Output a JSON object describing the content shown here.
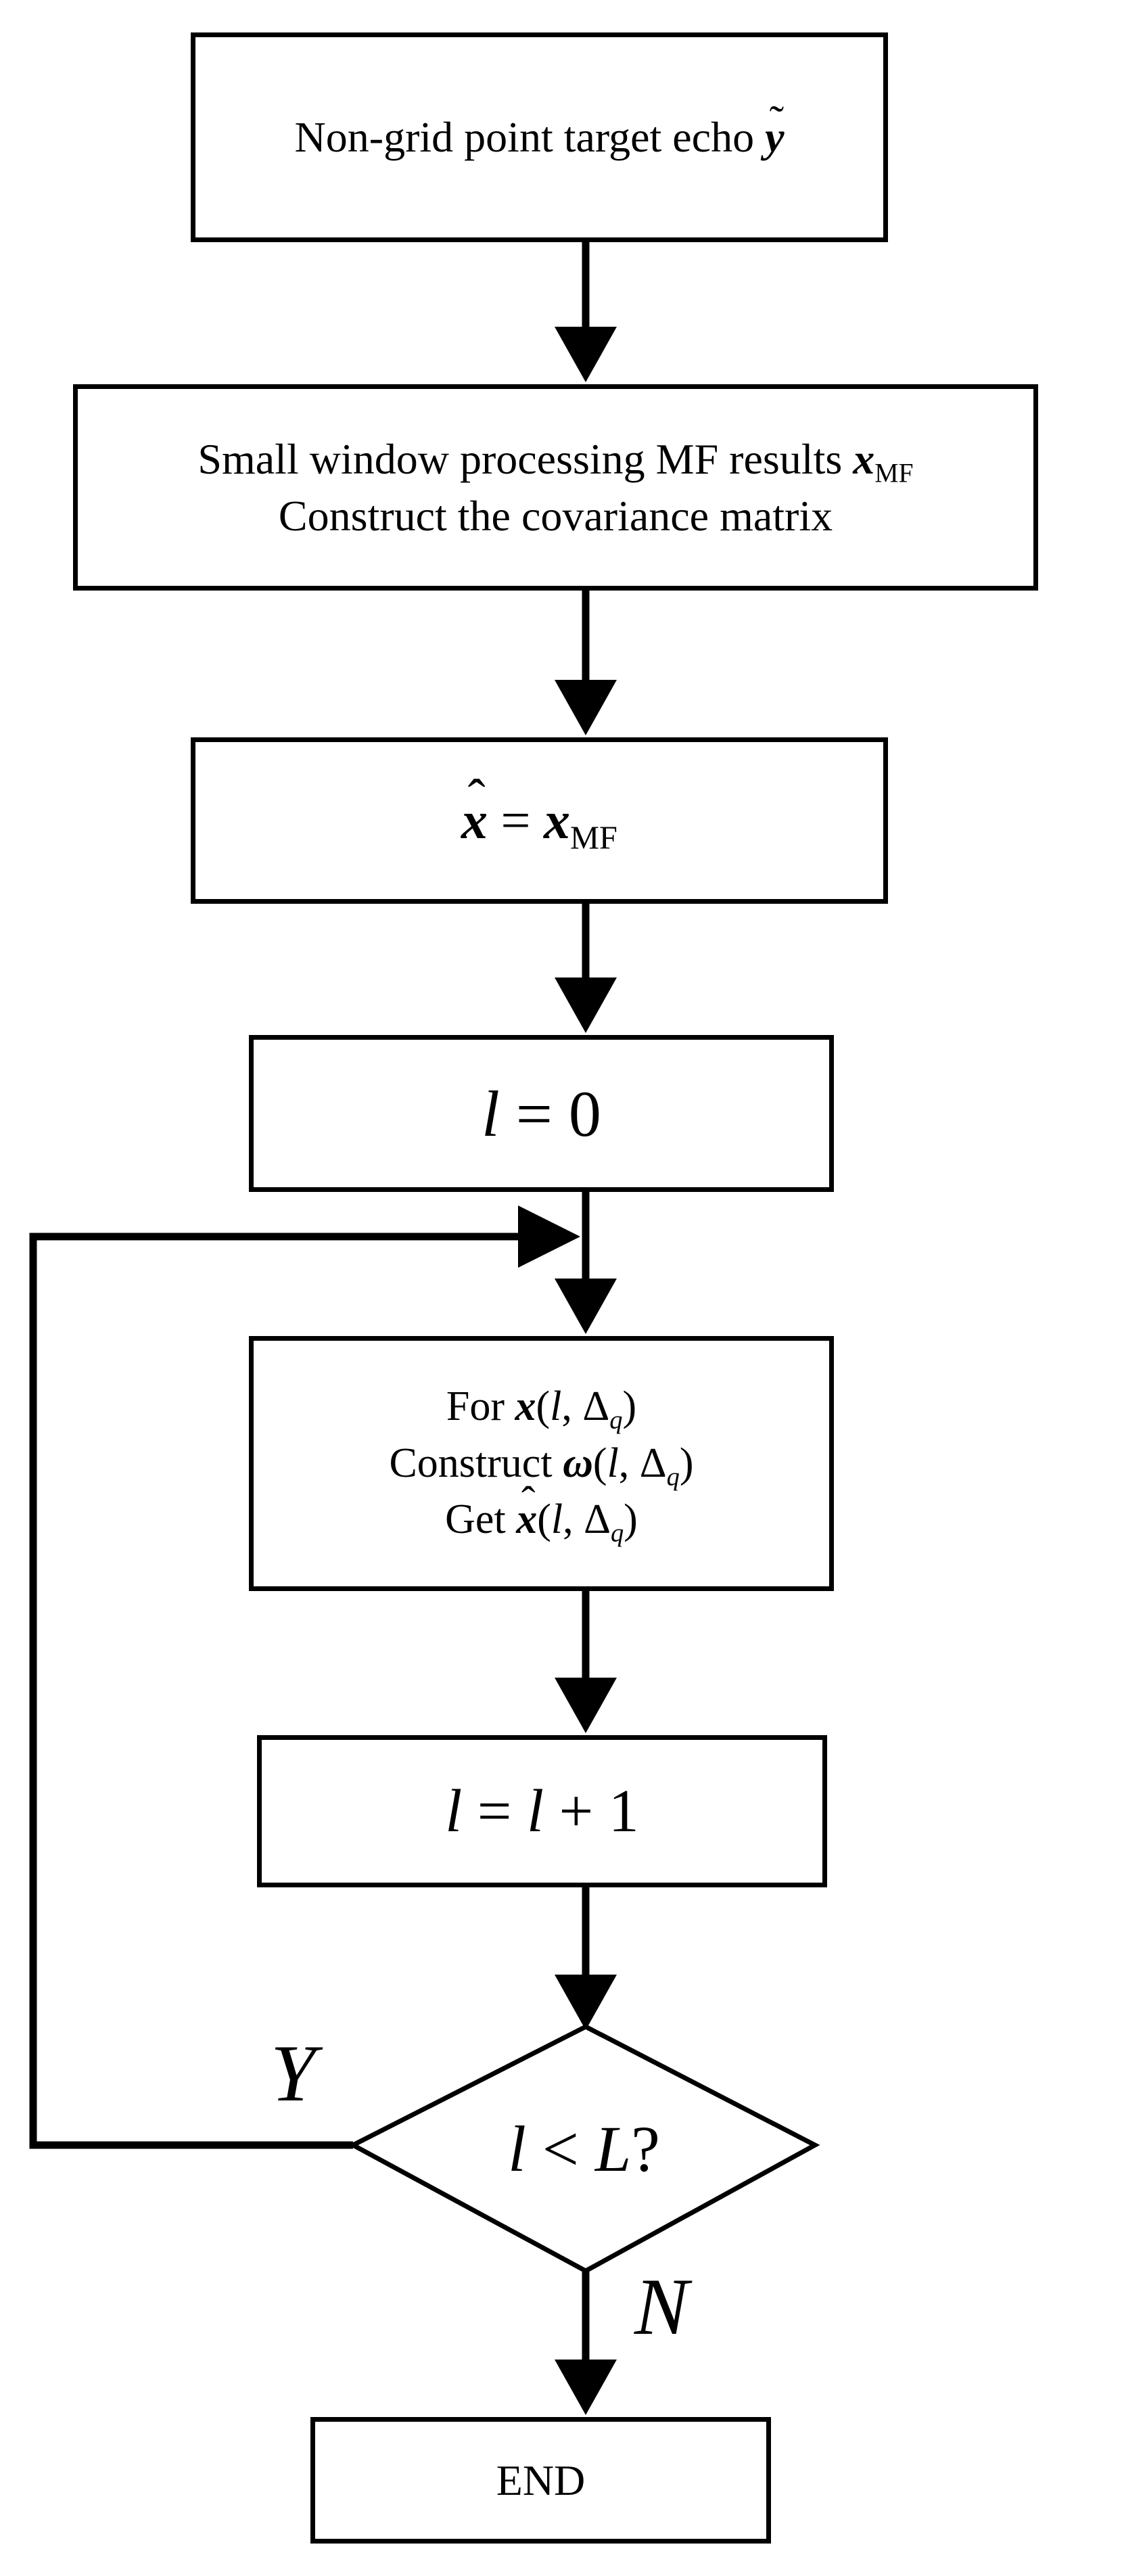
{
  "flowchart": {
    "start": {
      "label": "Non-grid point target echo",
      "symbol": "y"
    },
    "window": {
      "line1_text": "Small window processing MF results",
      "line1_symbol": "x",
      "line1_subscript": "MF",
      "line2": "Construct the covariance matrix"
    },
    "assign": {
      "lhs": "x",
      "eq": " = ",
      "rhs": "x",
      "rhs_subscript": "MF"
    },
    "init": {
      "var": "l",
      "rest": " = 0"
    },
    "loop": {
      "line1_text": "For",
      "line1_symbol": "x",
      "line2_text": "Construct",
      "line2_symbol": "ω",
      "line3_text": "Get",
      "line3_symbol": "x",
      "arg_open": "(",
      "arg_var": "l",
      "arg_sep": ", Δ",
      "arg_sub": "q",
      "arg_close": ")"
    },
    "increment": {
      "lhs": "l",
      "eq": " = ",
      "rhs": "l",
      "rest": " + 1"
    },
    "decision": {
      "var": "l",
      "op": " < ",
      "bound": "L",
      "q": "?"
    },
    "yes_label": "Y",
    "no_label": "N",
    "end": {
      "label": "END"
    }
  }
}
